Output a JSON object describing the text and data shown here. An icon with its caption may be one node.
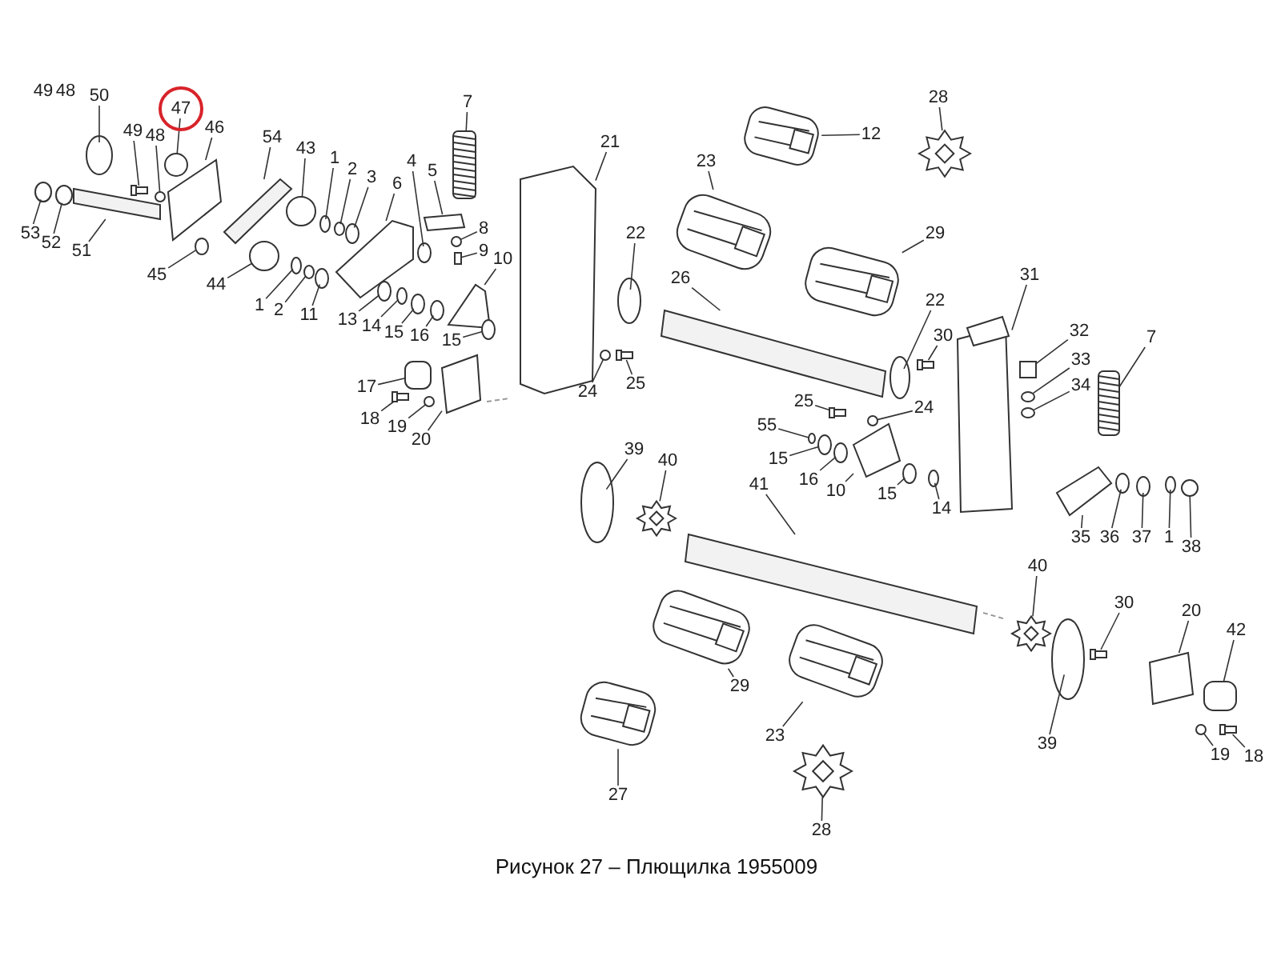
{
  "diagram": {
    "caption": "Рисунок 27 – Плющилка 1955009",
    "nodes": [
      {
        "text": [
          "50"
        ]
      },
      {
        "text": [],
        "shape": "circle"
      },
      {
        "text": [
          "47"
        ],
        "in": 1
      },
      {
        "text": [
          "49"
        ]
      },
      {
        "text": [
          "48"
        ]
      },
      {
        "text": [
          "46"
        ]
      },
      {
        "text": [
          "54"
        ]
      },
      {
        "text": [
          "43"
        ]
      },
      {
        "text": [
          "1"
        ]
      },
      {
        "text": [
          "2"
        ]
      },
      {
        "text": [
          "3"
        ]
      },
      {
        "text": [
          "6"
        ]
      },
      {
        "text": [
          "4"
        ]
      },
      {
        "text": [
          "5"
        ]
      },
      {
        "text": [
          "7"
        ]
      },
      {
        "text": [
          "8"
        ]
      },
      {
        "text": [
          "9"
        ]
      },
      {
        "text": [
          "10"
        ]
      },
      {
        "text": [
          "53"
        ]
      },
      {
        "text": [
          "52"
        ]
      },
      {
        "text": [
          "51"
        ]
      },
      {
        "text": [
          "45"
        ]
      },
      {
        "text": [
          "44"
        ]
      },
      {
        "text": [
          "1"
        ]
      },
      {
        "text": [
          "2"
        ]
      },
      {
        "text": [
          "11"
        ]
      },
      {
        "text": [
          "13"
        ]
      },
      {
        "text": [
          "14"
        ]
      },
      {
        "text": [
          "15"
        ]
      },
      {
        "text": [
          "16"
        ]
      },
      {
        "text": [
          "15"
        ]
      },
      {
        "text": [
          "17"
        ]
      },
      {
        "text": [
          "18"
        ]
      },
      {
        "text": [
          "19"
        ]
      },
      {
        "text": [
          "20"
        ]
      },
      {
        "text": [
          "21"
        ]
      },
      {
        "text": [
          "22"
        ]
      },
      {
        "text": [
          "24"
        ]
      },
      {
        "text": [
          "25"
        ]
      },
      {
        "text": [
          "28"
        ]
      },
      {
        "text": [
          "12"
        ]
      },
      {
        "text": [
          "23"
        ]
      },
      {
        "text": [
          "29"
        ]
      },
      {
        "text": [
          "26"
        ]
      },
      {
        "text": [
          "22"
        ]
      },
      {
        "text": [
          "30"
        ]
      },
      {
        "text": [
          "31"
        ]
      },
      {
        "text": [
          "32"
        ]
      },
      {
        "text": [
          "33"
        ]
      },
      {
        "text": [
          "34"
        ]
      },
      {
        "text": [
          "7"
        ]
      },
      {
        "text": [
          "25"
        ]
      },
      {
        "text": [
          "24"
        ]
      },
      {
        "text": [
          "55"
        ]
      },
      {
        "text": [
          "15"
        ]
      },
      {
        "text": [
          "16"
        ]
      },
      {
        "text": [
          "10"
        ]
      },
      {
        "text": [
          "15"
        ]
      },
      {
        "text": [
          "14"
        ]
      },
      {
        "text": [
          "35"
        ]
      },
      {
        "text": [
          "36"
        ]
      },
      {
        "text": [
          "37"
        ]
      },
      {
        "text": [
          "1"
        ]
      },
      {
        "text": [
          "38"
        ]
      },
      {
        "text": [
          "39"
        ]
      },
      {
        "text": [
          "40"
        ]
      },
      {
        "text": [
          "41"
        ]
      },
      {
        "text": [
          "40"
        ]
      },
      {
        "text": [
          "30"
        ]
      },
      {
        "text": [
          "20"
        ]
      },
      {
        "text": [
          "42"
        ]
      },
      {
        "text": [
          "29"
        ]
      },
      {
        "text": [
          "23"
        ]
      },
      {
        "text": [
          "39"
        ]
      },
      {
        "text": [
          "19"
        ]
      },
      {
        "text": [
          "18"
        ]
      },
      {
        "text": [
          "27"
        ]
      },
      {
        "text": [
          "28"
        ]
      },
      {
        "text": [],
        "shape": "circle"
      },
      {
        "text": [],
        "shape": "circle"
      },
      {
        "text": [],
        "shape": "box"
      },
      {
        "text": [],
        "shape": "circle"
      },
      {
        "text": [],
        "shape": "box"
      },
      {
        "text": [],
        "shape": "bar"
      },
      {
        "text": [],
        "shape": "circle"
      },
      {
        "text": [],
        "shape": "circle"
      },
      {
        "text": [],
        "shape": "circle"
      },
      {
        "text": [],
        "shape": "circle"
      },
      {
        "text": [],
        "shape": "box"
      },
      {
        "text": [],
        "shape": "circle"
      },
      {
        "text": [],
        "shape": "box"
      },
      {
        "text": [],
        "shape": "picture"
      },
      {
        "text": [],
        "shape": "circle"
      },
      {
        "text": [],
        "shape": "box"
      },
      {
        "text": [],
        "shape": "box"
      },
      {
        "text": [],
        "shape": "circle"
      },
      {
        "text": [],
        "shape": "circle"
      },
      {
        "text": [],
        "shape": "bar"
      },
      {
        "text": [],
        "shape": "circle"
      },
      {
        "text": [],
        "shape": "circle"
      },
      {
        "text": [],
        "shape": "circle"
      },
      {
        "text": [],
        "shape": "circle"
      },
      {
        "text": [],
        "shape": "circle"
      },
      {
        "text": [],
        "shape": "circle"
      },
      {
        "text": [],
        "shape": "circle"
      },
      {
        "text": [],
        "shape": "circle"
      },
      {
        "text": [],
        "shape": "circle"
      },
      {
        "text": [],
        "shape": "circle"
      },
      {
        "text": [],
        "shape": "box"
      },
      {
        "text": [],
        "shape": "box"
      },
      {
        "text": [],
        "shape": "circle"
      },
      {
        "text": [],
        "shape": "box"
      },
      {
        "text": [],
        "shape": "box"
      },
      {
        "text": [],
        "shape": "circle"
      },
      {
        "text": [],
        "shape": "circle"
      },
      {
        "text": [],
        "shape": "box"
      },
      {
        "text": [],
        "shape": "picture"
      },
      {
        "text": [],
        "shape": "picture"
      },
      {
        "text": [],
        "shape": "picture"
      },
      {
        "text": [],
        "shape": "picture"
      },
      {
        "text": [],
        "shape": "bar"
      },
      {
        "text": [],
        "shape": "circle"
      },
      {
        "text": [],
        "shape": "box"
      },
      {
        "text": [],
        "shape": "box"
      },
      {
        "text": [],
        "shape": "box"
      },
      {
        "text": [],
        "shape": "circle"
      },
      {
        "text": [],
        "shape": "circle"
      },
      {
        "text": [],
        "shape": "picture"
      },
      {
        "text": [],
        "shape": "box"
      },
      {
        "text": [],
        "shape": "circle"
      },
      {
        "text": [],
        "shape": "circle"
      },
      {
        "text": [],
        "shape": "circle"
      },
      {
        "text": [],
        "shape": "circle"
      },
      {
        "text": [],
        "shape": "box"
      },
      {
        "text": [],
        "shape": "circle"
      },
      {
        "text": [],
        "shape": "circle"
      },
      {
        "text": [],
        "shape": "box"
      },
      {
        "text": [],
        "shape": "circle"
      },
      {
        "text": [],
        "shape": "circle"
      },
      {
        "text": [],
        "shape": "circle"
      },
      {
        "text": [],
        "shape": "circle"
      },
      {
        "text": [],
        "shape": "circle"
      },
      {
        "text": [],
        "shape": "picture"
      },
      {
        "text": [],
        "shape": "bar"
      },
      {
        "text": [],
        "shape": "picture"
      },
      {
        "text": [],
        "shape": "box"
      },
      {
        "text": [],
        "shape": "box"
      },
      {
        "text": [],
        "shape": "box"
      },
      {
        "text": [],
        "shape": "picture"
      },
      {
        "text": [],
        "shape": "picture"
      },
      {
        "text": [],
        "shape": "circle"
      },
      {
        "text": [],
        "shape": "circle"
      },
      {
        "text": [],
        "shape": "box"
      },
      {
        "text": [],
        "shape": "picture"
      },
      {
        "text": [],
        "shape": "picture"
      }
    ],
    "edges": [
      {
        "from": 0,
        "to": 78,
        "arrow": "none"
      },
      {
        "from": 2,
        "to": 79,
        "arrow": "none"
      },
      {
        "from": 3,
        "to": 80,
        "arrow": "none"
      },
      {
        "from": 4,
        "to": 81,
        "arrow": "none"
      },
      {
        "from": 5,
        "to": 82,
        "arrow": "none"
      },
      {
        "from": 6,
        "to": 83,
        "arrow": "none"
      },
      {
        "from": 7,
        "to": 84,
        "arrow": "none"
      },
      {
        "from": 8,
        "to": 85,
        "arrow": "none"
      },
      {
        "from": 9,
        "to": 86,
        "arrow": "none"
      },
      {
        "from": 10,
        "to": 87,
        "arrow": "none"
      },
      {
        "from": 11,
        "to": 88,
        "arrow": "none"
      },
      {
        "from": 12,
        "to": 89,
        "arrow": "none"
      },
      {
        "from": 13,
        "to": 90,
        "arrow": "none"
      },
      {
        "from": 14,
        "to": 91,
        "arrow": "none"
      },
      {
        "from": 15,
        "to": 92,
        "arrow": "none"
      },
      {
        "from": 16,
        "to": 93,
        "arrow": "none"
      },
      {
        "from": 17,
        "to": 94,
        "arrow": "none"
      },
      {
        "from": 18,
        "to": 95,
        "arrow": "none"
      },
      {
        "from": 19,
        "to": 96,
        "arrow": "none"
      },
      {
        "from": 20,
        "to": 97,
        "arrow": "none"
      },
      {
        "from": 21,
        "to": 98,
        "arrow": "none"
      },
      {
        "from": 22,
        "to": 99,
        "arrow": "none"
      },
      {
        "from": 23,
        "to": 100,
        "arrow": "none"
      },
      {
        "from": 24,
        "to": 101,
        "arrow": "none"
      },
      {
        "from": 25,
        "to": 102,
        "arrow": "none"
      },
      {
        "from": 26,
        "to": 103,
        "arrow": "none"
      },
      {
        "from": 27,
        "to": 104,
        "arrow": "none"
      },
      {
        "from": 28,
        "to": 105,
        "arrow": "none"
      },
      {
        "from": 29,
        "to": 106,
        "arrow": "none"
      },
      {
        "from": 30,
        "to": 107,
        "arrow": "none"
      },
      {
        "from": 31,
        "to": 108,
        "arrow": "none"
      },
      {
        "from": 32,
        "to": 109,
        "arrow": "none"
      },
      {
        "from": 33,
        "to": 110,
        "arrow": "none"
      },
      {
        "from": 34,
        "to": 111,
        "arrow": "none"
      },
      {
        "from": 35,
        "to": 112,
        "arrow": "none"
      },
      {
        "from": 36,
        "to": 113,
        "arrow": "none"
      },
      {
        "from": 37,
        "to": 114,
        "arrow": "none"
      },
      {
        "from": 38,
        "to": 115,
        "arrow": "none"
      },
      {
        "from": 39,
        "to": 116,
        "arrow": "none"
      },
      {
        "from": 40,
        "to": 117,
        "arrow": "none"
      },
      {
        "from": 41,
        "to": 118,
        "arrow": "none"
      },
      {
        "from": 42,
        "to": 119,
        "arrow": "none"
      },
      {
        "from": 43,
        "to": 120,
        "arrow": "none"
      },
      {
        "from": 44,
        "to": 121,
        "arrow": "none"
      },
      {
        "from": 45,
        "to": 122,
        "arrow": "none"
      },
      {
        "from": 46,
        "to": 123,
        "arrow": "none"
      },
      {
        "from": 47,
        "to": 124,
        "arrow": "none"
      },
      {
        "from": 48,
        "to": 125,
        "arrow": "none"
      },
      {
        "from": 49,
        "to": 126,
        "arrow": "none"
      },
      {
        "from": 50,
        "to": 127,
        "arrow": "none"
      },
      {
        "from": 51,
        "to": 128,
        "arrow": "none"
      },
      {
        "from": 52,
        "to": 129,
        "arrow": "none"
      },
      {
        "from": 53,
        "to": 130,
        "arrow": "none"
      },
      {
        "from": 54,
        "to": 131,
        "arrow": "none"
      },
      {
        "from": 55,
        "to": 132,
        "arrow": "none"
      },
      {
        "from": 56,
        "to": 133,
        "arrow": "none"
      },
      {
        "from": 57,
        "to": 134,
        "arrow": "none"
      },
      {
        "from": 58,
        "to": 135,
        "arrow": "none"
      },
      {
        "from": 59,
        "to": 136,
        "arrow": "none"
      },
      {
        "from": 60,
        "to": 137,
        "arrow": "none"
      },
      {
        "from": 61,
        "to": 138,
        "arrow": "none"
      },
      {
        "from": 62,
        "to": 139,
        "arrow": "none"
      },
      {
        "from": 63,
        "to": 140,
        "arrow": "none"
      },
      {
        "from": 64,
        "to": 141,
        "arrow": "none"
      },
      {
        "from": 65,
        "to": 142,
        "arrow": "none"
      },
      {
        "from": 66,
        "to": 143,
        "arrow": "none"
      },
      {
        "from": 67,
        "to": 144,
        "arrow": "none"
      },
      {
        "from": 68,
        "to": 145,
        "arrow": "none"
      },
      {
        "from": 69,
        "to": 146,
        "arrow": "none"
      },
      {
        "from": 70,
        "to": 147,
        "arrow": "none"
      },
      {
        "from": 71,
        "to": 148,
        "arrow": "none"
      },
      {
        "from": 72,
        "to": 149,
        "arrow": "none"
      },
      {
        "from": 73,
        "to": 150,
        "arrow": "none"
      },
      {
        "from": 74,
        "to": 151,
        "arrow": "none"
      },
      {
        "from": 75,
        "to": 152,
        "arrow": "none"
      },
      {
        "from": 76,
        "to": 153,
        "arrow": "none"
      },
      {
        "from": 77,
        "to": 154,
        "arrow": "none"
      }
    ],
    "labels": [
      "49",
      "48"
    ]
  }
}
